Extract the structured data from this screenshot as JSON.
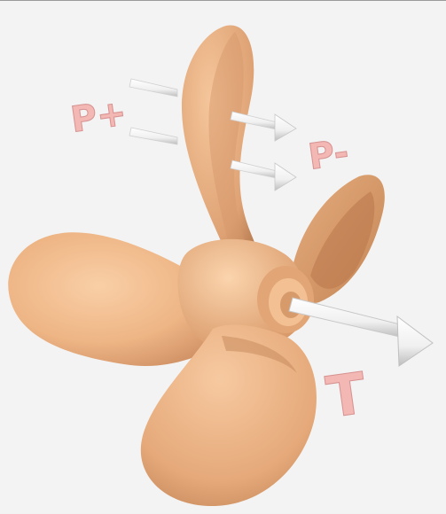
{
  "diagram": {
    "labels": {
      "pressure_high": "P+",
      "pressure_low": "P-",
      "thrust": "T"
    },
    "colors": {
      "blade": "#f0b98a",
      "blade_shadow": "#c98c5e",
      "label": "#f4b9b6",
      "label_shade": "#d88f8d",
      "arrow": "#ffffff",
      "arrow_shade": "#bdbdbd"
    }
  }
}
